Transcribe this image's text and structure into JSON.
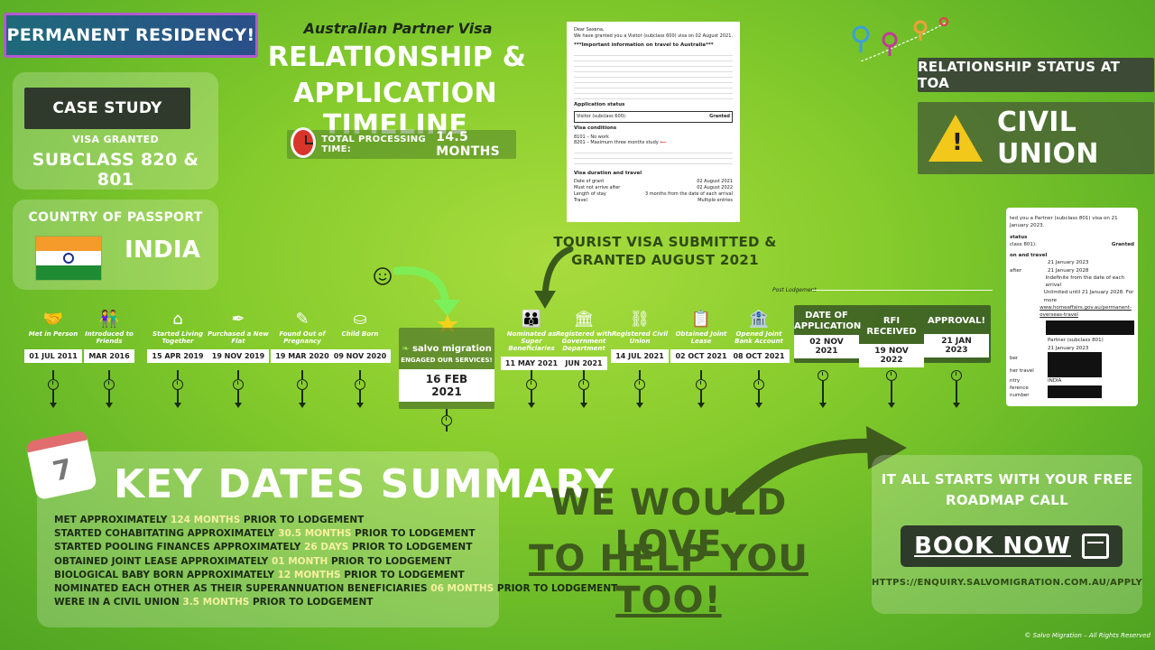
{
  "header": {
    "ribbon": "PERMANENT RESIDENCY!",
    "subtitle": "Australian Partner Visa",
    "title_line1": "RELATIONSHIP &",
    "title_line2": "APPLICATION TIMELINE",
    "processing_label": "TOTAL PROCESSING TIME:",
    "processing_value": "14.5 MONTHS"
  },
  "case": {
    "label": "CASE STUDY",
    "visa_granted": "VISA GRANTED",
    "subclass": "SUBCLASS 820 & 801"
  },
  "country": {
    "label": "COUNTRY OF PASSPORT",
    "name": "INDIA"
  },
  "status": {
    "label": "RELATIONSHIP STATUS AT TOA",
    "value": "CIVIL UNION"
  },
  "tourist_note": "TOURIST VISA SUBMITTED & GRANTED AUGUST 2021",
  "post_lodgement_label": "Post Lodgement",
  "timeline": [
    {
      "icon": "handshake-icon",
      "glyph": "🤝",
      "label": "Met in Person",
      "date": "01 JUL 2011"
    },
    {
      "icon": "couple-icon",
      "glyph": "👫",
      "label": "Introduced to Friends",
      "date": "MAR 2016"
    },
    {
      "icon": "house-icon",
      "glyph": "⌂",
      "label": "Started Living Together",
      "date": "15 APR 2019"
    },
    {
      "icon": "feather-pen-icon",
      "glyph": "✒",
      "label": "Purchased a New Flat",
      "date": "19 NOV 2019"
    },
    {
      "icon": "pregnancy-test-icon",
      "glyph": "✎",
      "label": "Found Out of Pregnancy",
      "date": "19 MAR 2020"
    },
    {
      "icon": "pram-icon",
      "glyph": "⛀",
      "label": "Child Born",
      "date": "09 NOV 2020"
    },
    {
      "icon": "family-icon",
      "glyph": "👪",
      "label": "Nominated as Super Beneficiaries",
      "date": "11 MAY 2021"
    },
    {
      "icon": "government-building-icon",
      "glyph": "🏛",
      "label": "Registered with Government Department",
      "date": "JUN 2021"
    },
    {
      "icon": "chain-link-icon",
      "glyph": "⛓",
      "label": "Registered Civil Union",
      "date": "14 JUL 2021"
    },
    {
      "icon": "document-icon",
      "glyph": "📋",
      "label": "Obtained Joint Lease",
      "date": "02 OCT 2021"
    },
    {
      "icon": "bank-icon",
      "glyph": "🏦",
      "label": "Opened Joint Bank Account",
      "date": "08 OCT 2021"
    }
  ],
  "salvo": {
    "logo": "salvo migration",
    "engaged": "ENGAGED OUR SERVICES!",
    "date": "16 FEB 2021"
  },
  "post_items": [
    {
      "title": "DATE OF APPLICATION",
      "date": "02 NOV 2021"
    },
    {
      "title": "RFI RECEIVED",
      "date": "19 NOV 2022"
    },
    {
      "title": "APPROVAL!",
      "date": "21 JAN 2023"
    }
  ],
  "doc1": {
    "greeting": "Dear Saxena,",
    "intro": "We have granted you a Visitor (subclass 600) visa on 02 August 2021.",
    "important": "***Important information on travel to Australia***",
    "status_title": "Application status",
    "status_row": [
      "Visitor (subclass 600):",
      "Granted"
    ],
    "conditions_title": "Visa conditions",
    "conditions": [
      "8101 – No work",
      "8201 – Maximum three months study"
    ],
    "duration_title": "Visa duration and travel",
    "rows": [
      [
        "Date of grant",
        "02 August 2021"
      ],
      [
        "Must not arrive after",
        "02 August 2022"
      ],
      [
        "Length of stay",
        "3 months from the date of each arrival"
      ],
      [
        "Travel",
        "Multiple entries"
      ]
    ]
  },
  "doc2": {
    "intro": "ted you a Partner (subclass 801) visa on 21 January 2023.",
    "status": "status",
    "class_row": [
      "class 801):",
      "Granted"
    ],
    "section": "on and travel",
    "rows": [
      [
        "",
        "21 January 2023"
      ],
      [
        "after",
        "21 January 2028"
      ],
      [
        "",
        "Indefinite from the date of each arrival"
      ],
      [
        "",
        "Unlimited until 21 January 2028. For more"
      ],
      [
        "",
        "www.homeaffairs.gov.au/permanent-overseas-travel"
      ]
    ],
    "lower_rows": [
      [
        "",
        "Partner (subclass 801)"
      ],
      [
        "",
        "21 January 2023"
      ],
      [
        "ber",
        ""
      ],
      [
        "her travel",
        ""
      ],
      [
        "ntry",
        "INDIA"
      ],
      [
        "ference number",
        ""
      ]
    ]
  },
  "summary": {
    "title": "KEY DATES SUMMARY",
    "lines": [
      {
        "pre": "MET APPROXIMATELY ",
        "hl": "124 MONTHS",
        "post": " PRIOR TO LODGEMENT"
      },
      {
        "pre": "STARTED COHABITATING APPROXIMATELY ",
        "hl": "30.5 MONTHS",
        "post": " PRIOR TO LODGEMENT"
      },
      {
        "pre": "STARTED POOLING FINANCES APPROXIMATELY ",
        "hl": "26 DAYS",
        "post": " PRIOR TO LODGEMENT"
      },
      {
        "pre": "OBTAINED JOINT LEASE APPROXIMATELY ",
        "hl": "01 MONTH",
        "post": " PRIOR TO LODGEMENT"
      },
      {
        "pre": "BIOLOGICAL BABY BORN APPROXIMATELY ",
        "hl": "12 MONTHS",
        "post": " PRIOR TO LODGEMENT"
      },
      {
        "pre": "NOMINATED EACH OTHER AS THEIR SUPERANNUATION BENEFICIARIES ",
        "hl": "06 MONTHS",
        "post": " PRIOR TO LODGEMENT"
      },
      {
        "pre": "WERE IN A CIVIL UNION ",
        "hl": "3.5 MONTHS",
        "post": " PRIOR TO LODGEMENT"
      }
    ]
  },
  "cta": {
    "love_line1": "WE WOULD LOVE",
    "love_line2": "TO HELP YOU TOO!",
    "roadmap": "IT ALL STARTS WITH YOUR FREE ROADMAP CALL",
    "book": "BOOK NOW",
    "url": "HTTPS://ENQUIRY.SALVOMIGRATION.COM.AU/APPLY"
  },
  "calendar_day": "7",
  "copyright": "© Salvo Migration – All Rights Reserved",
  "colors": {
    "accent_dark": "#2f3a2c",
    "highlight": "#f6f0a0",
    "warning": "#f2c81b"
  }
}
